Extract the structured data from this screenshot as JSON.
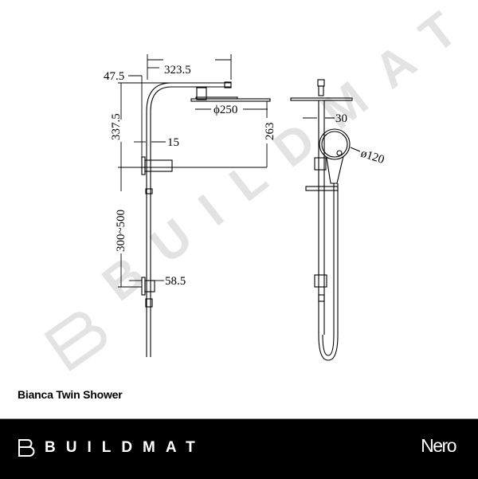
{
  "product": {
    "title": "Bianca Twin Shower"
  },
  "watermark": {
    "text": "BUILDMAT",
    "color": "#e3e3e3"
  },
  "dimensions": {
    "arm_reach": "323.5",
    "wall_offset": "47.5",
    "arm_height": "337.5",
    "rail_diameter": "15",
    "head_diameter": "ϕ250",
    "head_to_bracket": "263",
    "bracket_spacing": "300~500",
    "lower_bracket_offset": "58.5",
    "side_rail_width": "30",
    "hand_shower_diameter": "ø120"
  },
  "footer": {
    "brand": "BUILDMAT",
    "partner": "Nero",
    "background": "#000000",
    "text_color": "#ffffff"
  }
}
